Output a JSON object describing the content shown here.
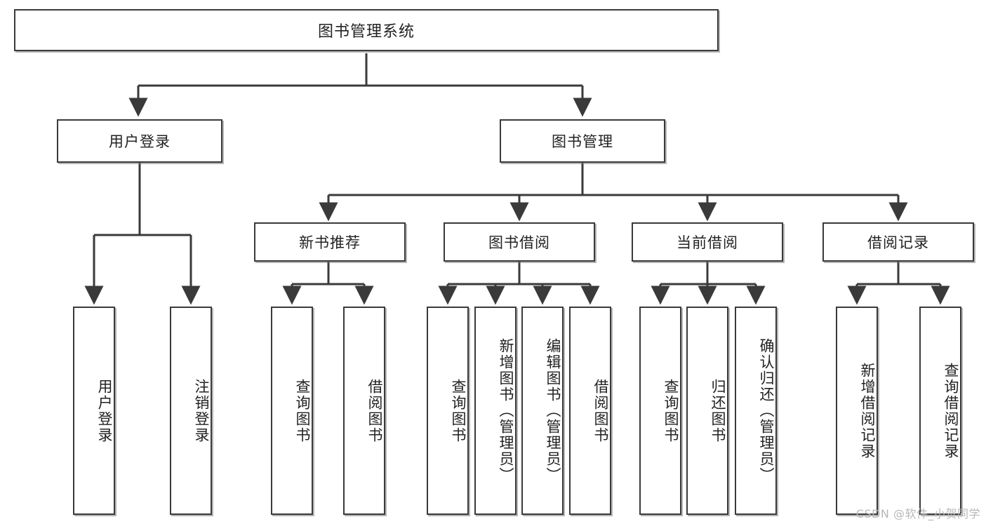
{
  "diagram": {
    "title": "图书管理系统",
    "watermark": "CSDN @软件_小贺同学",
    "type": "tree-hierarchy-chart",
    "line_color": "#3a3a3a",
    "box_fill": "#ffffff",
    "text_color": "#222222",
    "nodes": {
      "root": {
        "label": "图书管理系统",
        "level": 0,
        "orientation": "horizontal"
      },
      "l1": [
        {
          "id": "user-login",
          "label": "用户登录",
          "level": 1,
          "orientation": "horizontal"
        },
        {
          "id": "book-manage",
          "label": "图书管理",
          "level": 1,
          "orientation": "horizontal"
        }
      ],
      "l2": [
        {
          "id": "new-book-recommend",
          "label": "新书推荐",
          "level": 2,
          "orientation": "horizontal",
          "parent": "book-manage"
        },
        {
          "id": "book-borrow",
          "label": "图书借阅",
          "level": 2,
          "orientation": "horizontal",
          "parent": "book-manage"
        },
        {
          "id": "current-borrow",
          "label": "当前借阅",
          "level": 2,
          "orientation": "horizontal",
          "parent": "book-manage"
        },
        {
          "id": "borrow-record",
          "label": "借阅记录",
          "level": 2,
          "orientation": "horizontal",
          "parent": "book-manage"
        }
      ],
      "leaves": [
        {
          "id": "leaf-user-login",
          "label": "用户登录",
          "parent": "user-login",
          "orientation": "vertical"
        },
        {
          "id": "leaf-user-logout",
          "label": "注销登录",
          "parent": "user-login",
          "orientation": "vertical"
        },
        {
          "id": "leaf-query-book-1",
          "label": "查询图书",
          "parent": "new-book-recommend",
          "orientation": "vertical"
        },
        {
          "id": "leaf-borrow-book-1",
          "label": "借阅图书",
          "parent": "new-book-recommend",
          "orientation": "vertical"
        },
        {
          "id": "leaf-query-book-2",
          "label": "查询图书",
          "parent": "book-borrow",
          "orientation": "vertical"
        },
        {
          "id": "leaf-add-book",
          "label": "新增图书（管理员）",
          "parent": "book-borrow",
          "orientation": "vertical"
        },
        {
          "id": "leaf-edit-book",
          "label": "编辑图书（管理员）",
          "parent": "book-borrow",
          "orientation": "vertical"
        },
        {
          "id": "leaf-borrow-book-2",
          "label": "借阅图书",
          "parent": "book-borrow",
          "orientation": "vertical"
        },
        {
          "id": "leaf-query-book-3",
          "label": "查询图书",
          "parent": "current-borrow",
          "orientation": "vertical"
        },
        {
          "id": "leaf-return-book",
          "label": "归还图书",
          "parent": "current-borrow",
          "orientation": "vertical"
        },
        {
          "id": "leaf-confirm-return",
          "label": "确认归还（管理员）",
          "parent": "current-borrow",
          "orientation": "vertical"
        },
        {
          "id": "leaf-add-record",
          "label": "新增借阅记录",
          "parent": "borrow-record",
          "orientation": "vertical"
        },
        {
          "id": "leaf-query-record",
          "label": "查询借阅记录",
          "parent": "borrow-record",
          "orientation": "vertical"
        }
      ]
    }
  }
}
